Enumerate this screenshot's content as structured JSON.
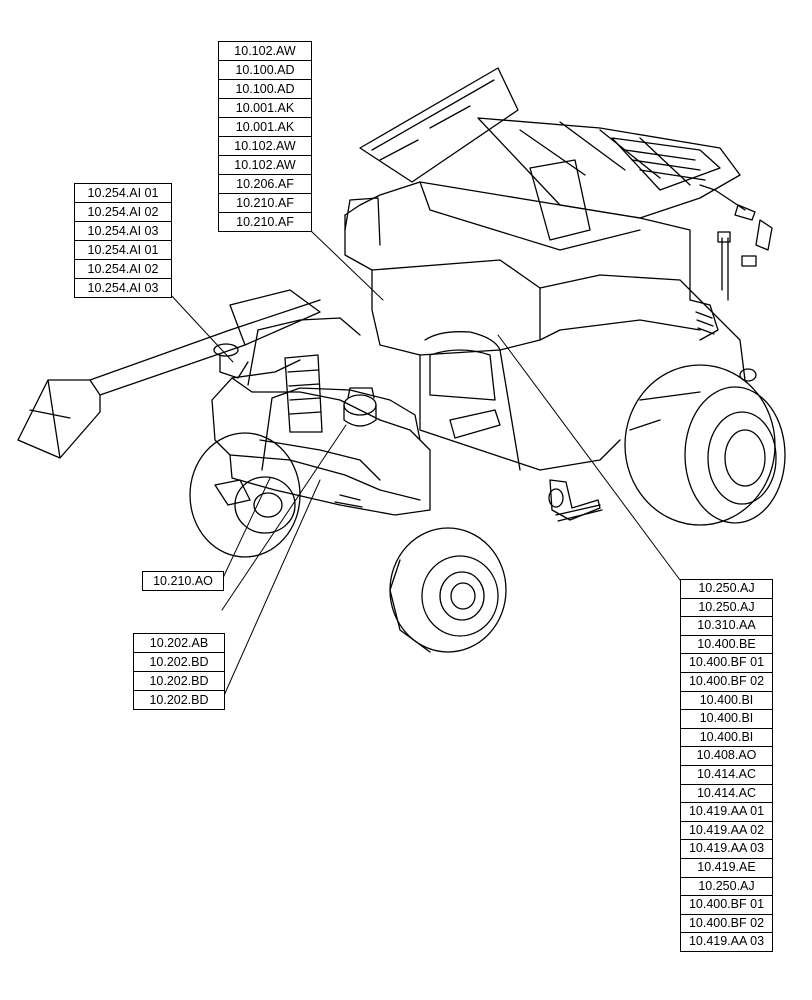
{
  "callouts": {
    "top": [
      "10.102.AW",
      "10.100.AD",
      "10.100.AD",
      "10.001.AK",
      "10.001.AK",
      "10.102.AW",
      "10.102.AW",
      "10.206.AF",
      "10.210.AF",
      "10.210.AF"
    ],
    "left": [
      "10.254.AI 01",
      "10.254.AI 02",
      "10.254.AI 03",
      "10.254.AI 01",
      "10.254.AI 02",
      "10.254.AI 03"
    ],
    "middle": [
      "10.210.AO"
    ],
    "lower": [
      "10.202.AB",
      "10.202.BD",
      "10.202.BD",
      "10.202.BD"
    ],
    "right": [
      "10.250.AJ",
      "10.250.AJ",
      "10.310.AA",
      "10.400.BE",
      "10.400.BF 01",
      "10.400.BF 02",
      "10.400.BI",
      "10.400.BI",
      "10.400.BI",
      "10.408.AO",
      "10.414.AC",
      "10.414.AC",
      "10.419.AA 01",
      "10.419.AA 02",
      "10.419.AA 03",
      "10.419.AE",
      "10.250.AJ",
      "10.400.BF 01",
      "10.400.BF 02",
      "10.419.AA 03"
    ]
  }
}
